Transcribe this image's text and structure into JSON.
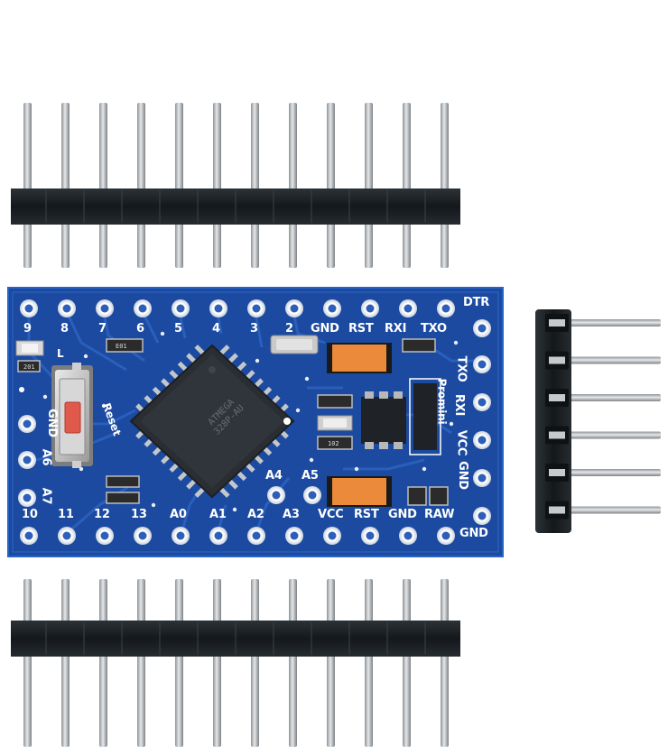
{
  "scene": {
    "subject": "Arduino Pro Mini board with pin headers",
    "board_color": "#1d4fa3",
    "header_plastic_color": "#161a1d",
    "pin_color": "#b9bcbf"
  },
  "board": {
    "top_labels": [
      "9",
      "8",
      "7",
      "6",
      "5",
      "4",
      "3",
      "2",
      "GND",
      "RST",
      "RXI",
      "TXO"
    ],
    "top_right_label": "DTR",
    "right_labels": [
      "TXO",
      "RXI",
      "VCC",
      "GND"
    ],
    "right_bottom_label": "GND",
    "left_labels": [
      "GND",
      "A6",
      "A7"
    ],
    "bottom_labels": [
      "10",
      "11",
      "12",
      "13",
      "A0",
      "A1",
      "A2",
      "A3",
      "VCC",
      "RST",
      "GND",
      "RAW"
    ],
    "inner_labels": [
      "A4",
      "A5"
    ],
    "reset_label": "Reset",
    "brand_label": "Promini",
    "led_label": "L",
    "chip_text": [
      "ATMEGA",
      "328P-AU"
    ],
    "smd_codes": [
      "E01",
      "102",
      "201"
    ]
  }
}
